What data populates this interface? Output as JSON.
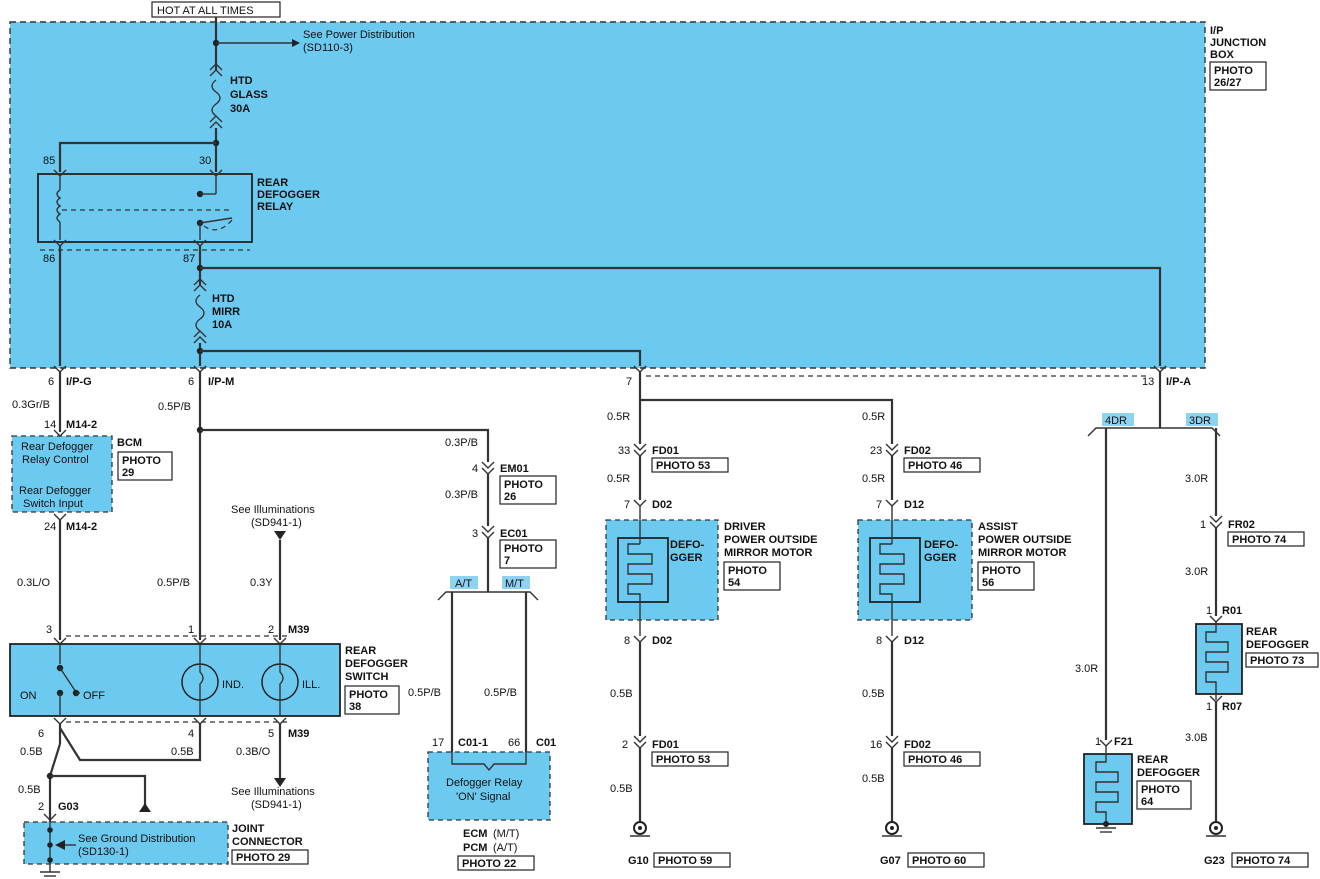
{
  "colors": {
    "module_fill": "#6ccaf0",
    "wire": "#333333",
    "tag_fill": "#8fd3f2"
  },
  "header": {
    "power": "HOT AT ALL TIMES"
  },
  "ipjb": {
    "l1": "I/P",
    "l2": "JUNCTION",
    "l3": "BOX",
    "photo1": "PHOTO",
    "photo2": "26/27"
  },
  "see_power": {
    "l1": "See Power Distribution",
    "l2": "(SD110-3)"
  },
  "fuse1": {
    "l1": "HTD",
    "l2": "GLASS",
    "l3": "30A"
  },
  "fuse2": {
    "l1": "HTD",
    "l2": "MIRR",
    "l3": "10A"
  },
  "relay": {
    "l1": "REAR",
    "l2": "DEFOGGER",
    "l3": "RELAY",
    "p85": "85",
    "p30": "30",
    "p86": "86",
    "p87": "87"
  },
  "ip_conn": {
    "g_pin": "6",
    "g": "I/P-G",
    "m_pin": "6",
    "m": "I/P-M",
    "pin7": "7",
    "pin13": "13",
    "a": "I/P-A"
  },
  "wires": {
    "w_03grb": "0.3Gr/B",
    "w_05pb_1": "0.5P/B",
    "w_03pb_1": "0.3P/B",
    "w_03pb_2": "0.3P/B",
    "w_03lo": "0.3L/O",
    "w_05pb_2": "0.5P/B",
    "w_03y": "0.3Y",
    "w_05b_1": "0.5B",
    "w_05b_2": "0.5B",
    "w_03bo": "0.3B/O",
    "w_05b_3": "0.5B",
    "w_05pb_at": "0.5P/B",
    "w_05pb_mt": "0.5P/B",
    "w_05r_1": "0.5R",
    "w_05r_2": "0.5R",
    "w_05r_3": "0.5R",
    "w_05r_4": "0.5R",
    "w_05b_d1": "0.5B",
    "w_05b_d2": "0.5B",
    "w_05b_a1": "0.5B",
    "w_05b_a2": "0.5B",
    "w_30r_1": "3.0R",
    "w_30r_2": "3.0R",
    "w_30r_3": "3.0R",
    "w_30b": "3.0B"
  },
  "bcm": {
    "title": "BCM",
    "photo1": "PHOTO",
    "photo2": "29",
    "top_pin": "14",
    "top_conn": "M14-2",
    "bot_pin": "24",
    "bot_conn": "M14-2",
    "ctrl1": "Rear Defogger",
    "ctrl2": "Relay Control",
    "inp1": "Rear Defogger",
    "inp2": "Switch Input"
  },
  "illum_top": {
    "l1": "See Illuminations",
    "l2": "(SD941-1)"
  },
  "illum_bot": {
    "l1": "See Illuminations",
    "l2": "(SD941-1)"
  },
  "switch": {
    "l1": "REAR",
    "l2": "DEFOGGER",
    "l3": "SWITCH",
    "photo1": "PHOTO",
    "photo2": "38",
    "on": "ON",
    "off": "OFF",
    "ind": "IND.",
    "ill": "ILL.",
    "pin3": "3",
    "pin1": "1",
    "pin2": "2",
    "conn_top": "M39",
    "pin6": "6",
    "pin4": "4",
    "pin5": "5",
    "conn_bot": "M39"
  },
  "ground_jc": {
    "g_pin": "2",
    "g": "G03",
    "see1": "See Ground Distribution",
    "see2": "(SD130-1)",
    "l1": "JOINT",
    "l2": "CONNECTOR",
    "photo": "PHOTO 29"
  },
  "ecm_path": {
    "em_pin": "4",
    "em": "EM01",
    "em_photo1": "PHOTO",
    "em_photo2": "26",
    "ec_pin": "3",
    "ec": "EC01",
    "ec_photo1": "PHOTO",
    "ec_photo2": "7",
    "at": "A/T",
    "mt": "M/T",
    "c1_pin": "17",
    "c1": "C01-1",
    "c2_pin": "66",
    "c2": "C01",
    "sig1": "Defogger Relay",
    "sig2": "'ON' Signal",
    "ecm": "ECM",
    "ecm_s": "(M/T)",
    "pcm": "PCM",
    "pcm_s": "(A/T)",
    "photo": "PHOTO 22"
  },
  "driver_mirror": {
    "fd_pin": "33",
    "fd": "FD01",
    "fd_photo": "PHOTO 53",
    "d_pin": "7",
    "d": "D02",
    "def1": "DEFO-",
    "def2": "GGER",
    "l1": "DRIVER",
    "l2": "POWER OUTSIDE",
    "l3": "MIRROR MOTOR",
    "photo1": "PHOTO",
    "photo2": "54",
    "d8_pin": "8",
    "d8": "D02",
    "fd2_pin": "2",
    "fd2": "FD01",
    "fd2_photo": "PHOTO 53",
    "g": "G10",
    "g_photo": "PHOTO 59"
  },
  "assist_mirror": {
    "fd_pin": "23",
    "fd": "FD02",
    "fd_photo": "PHOTO 46",
    "d_pin": "7",
    "d": "D12",
    "def1": "DEFO-",
    "def2": "GGER",
    "l1": "ASSIST",
    "l2": "POWER OUTSIDE",
    "l3": "MIRROR MOTOR",
    "photo1": "PHOTO",
    "photo2": "56",
    "d8_pin": "8",
    "d8": "D12",
    "fd2_pin": "16",
    "fd2": "FD02",
    "fd2_photo": "PHOTO 46",
    "g": "G07",
    "g_photo": "PHOTO 60"
  },
  "rear_glass": {
    "dr4": "4DR",
    "dr3": "3DR",
    "fr_pin": "1",
    "fr": "FR02",
    "fr_photo": "PHOTO 74",
    "r01_pin": "1",
    "r01": "R01",
    "l1": "REAR",
    "l2": "DEFOGGER",
    "photo": "PHOTO 73",
    "r07_pin": "1",
    "r07": "R07",
    "f21_pin": "1",
    "f21": "F21",
    "f_l1": "REAR",
    "f_l2": "DEFOGGER",
    "f_photo1": "PHOTO",
    "f_photo2": "64",
    "g": "G23",
    "g_photo": "PHOTO 74"
  }
}
